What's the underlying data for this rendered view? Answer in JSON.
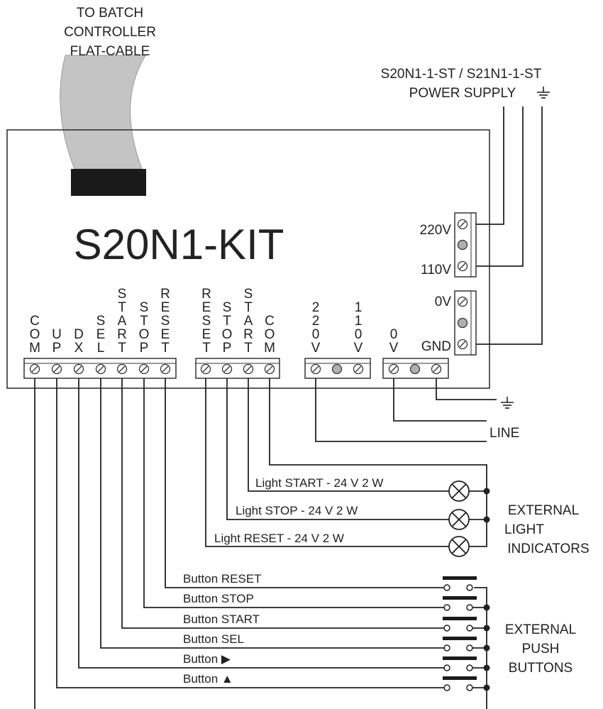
{
  "header": {
    "cable_line1": "TO BATCH",
    "cable_line2": "CONTROLLER",
    "cable_line3": "FLAT-CABLE",
    "psu_models": "S20N1-1-ST / S21N1-1-ST",
    "psu_label": "POWER SUPPLY"
  },
  "module": {
    "title": "S20N1-KIT"
  },
  "left_block": [
    "COM",
    "UP",
    "DX",
    "SEL",
    "START",
    "STOP",
    "RESET"
  ],
  "middle_block": [
    "RESET",
    "STOP",
    "START",
    "COM"
  ],
  "supply_block": [
    "220V",
    "110V"
  ],
  "zero_block": [
    "0V"
  ],
  "right_terminals": {
    "t1": "220V",
    "t2": "110V",
    "t3": "0V",
    "t4": "GND"
  },
  "line_label": "LINE",
  "lights": {
    "start": "Light START - 24 V 2 W",
    "stop": "Light STOP - 24 V 2 W",
    "reset": "Light RESET - 24 V 2 W",
    "group_line1": "EXTERNAL",
    "group_line2": "LIGHT",
    "group_line3": "INDICATORS"
  },
  "buttons": {
    "reset": "Button RESET",
    "stop": "Button STOP",
    "start": "Button START",
    "sel": "Button SEL",
    "right": "Button ▶",
    "up": "Button ▲",
    "group_line1": "EXTERNAL",
    "group_line2": "PUSH",
    "group_line3": "BUTTONS"
  }
}
